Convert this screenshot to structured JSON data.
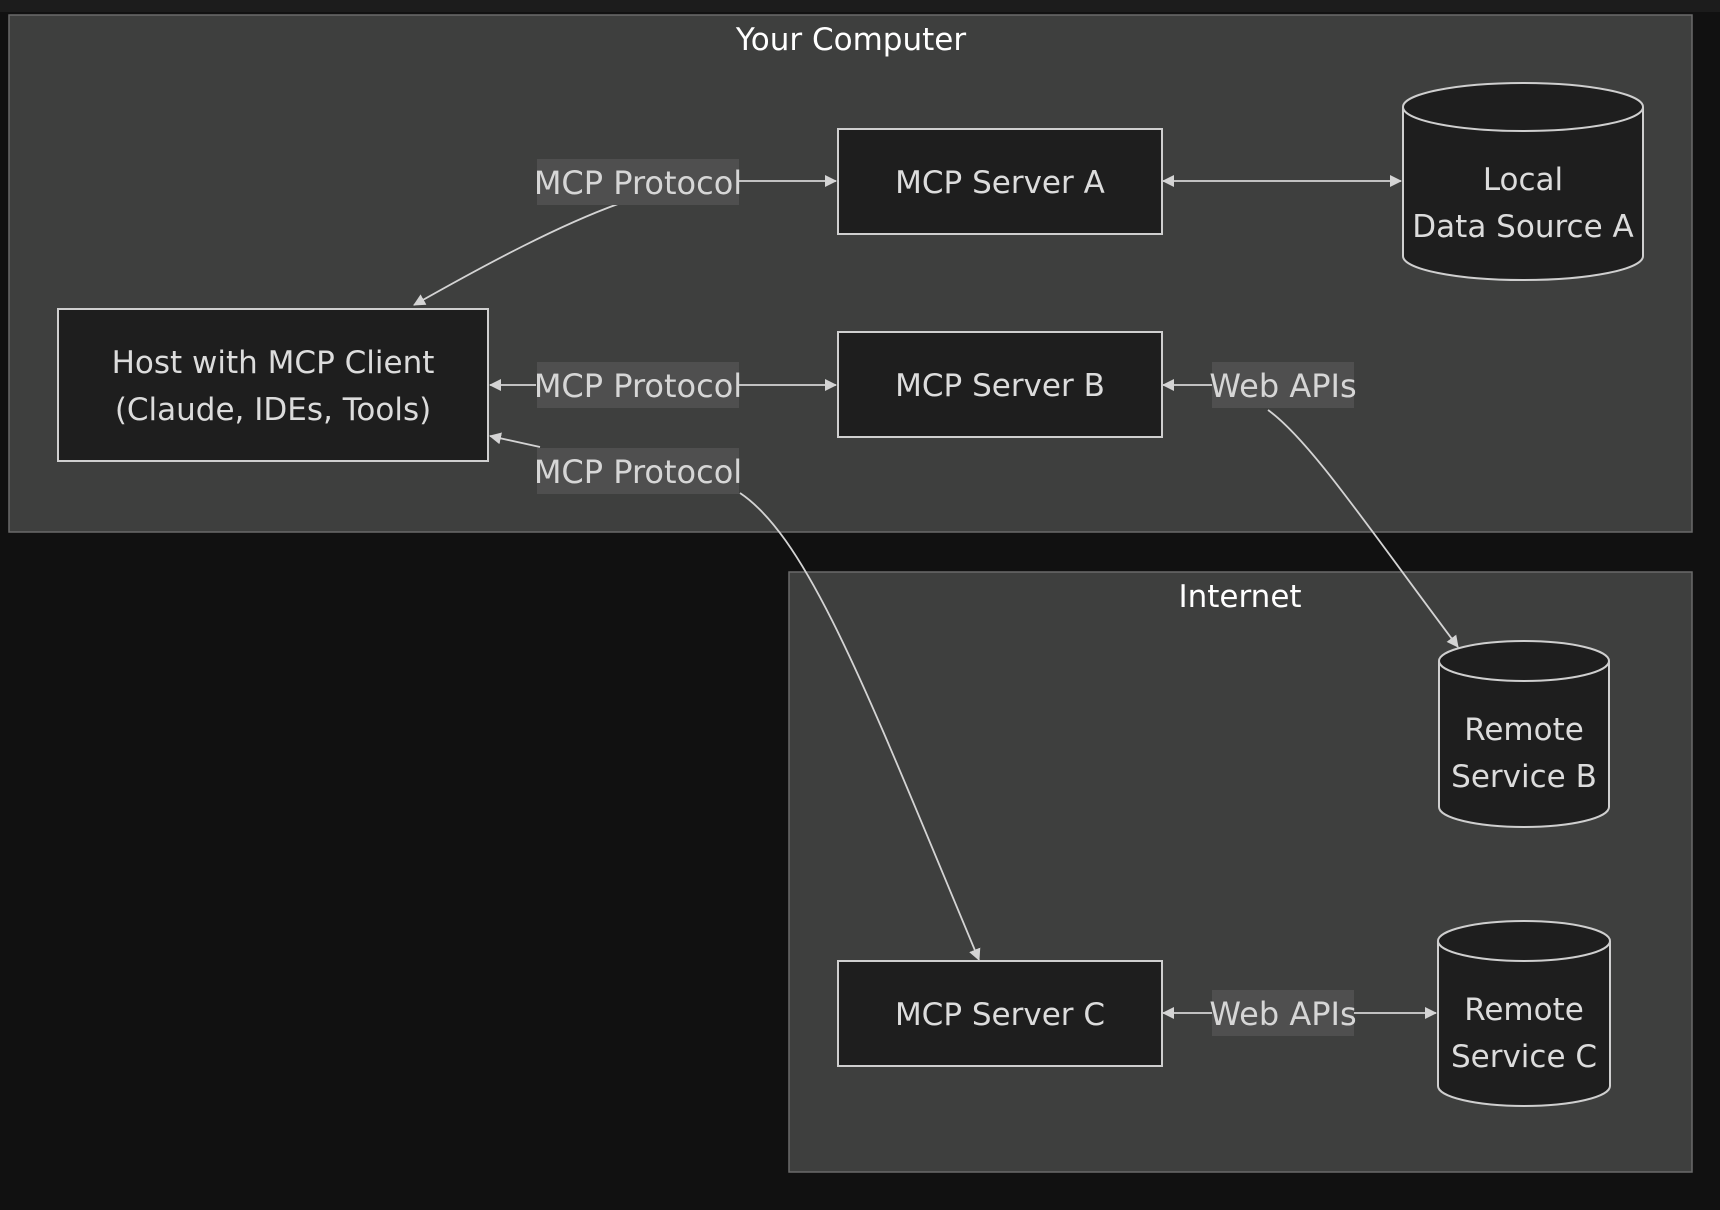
{
  "clusters": {
    "your_computer": "Your Computer",
    "internet": "Internet"
  },
  "nodes": {
    "host": {
      "line1": "Host with MCP Client",
      "line2": "(Claude, IDEs, Tools)"
    },
    "server_a": "MCP Server A",
    "server_b": "MCP Server B",
    "server_c": "MCP Server C",
    "local_data_a": {
      "line1": "Local",
      "line2": "Data Source A"
    },
    "remote_b": {
      "line1": "Remote",
      "line2": "Service B"
    },
    "remote_c": {
      "line1": "Remote",
      "line2": "Service C"
    }
  },
  "edges": {
    "host_server_a": "MCP Protocol",
    "host_server_b": "MCP Protocol",
    "host_server_c": "MCP Protocol",
    "server_b_remote_b": "Web APIs",
    "server_c_remote_c": "Web APIs"
  },
  "colors": {
    "background": "#111111",
    "cluster_fill": "#3e3f3e",
    "node_fill": "#1e1e1e",
    "stroke": "#cfcfcf",
    "label_bg": "#4f4f4f"
  }
}
